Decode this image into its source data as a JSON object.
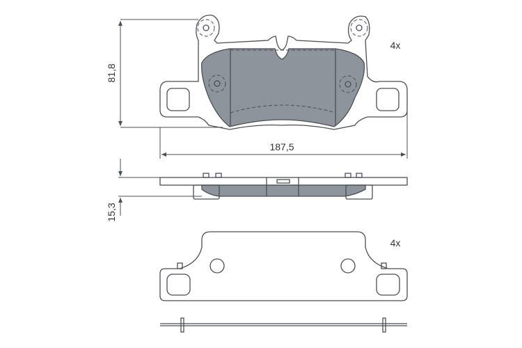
{
  "dimensions": {
    "height": "81,8",
    "width": "187,5",
    "thickness": "15,3"
  },
  "quantities": {
    "pad_quantity": "4x",
    "shim_quantity": "4x"
  },
  "colors": {
    "friction_material": "#8d949c",
    "outline": "#4a4f55"
  }
}
